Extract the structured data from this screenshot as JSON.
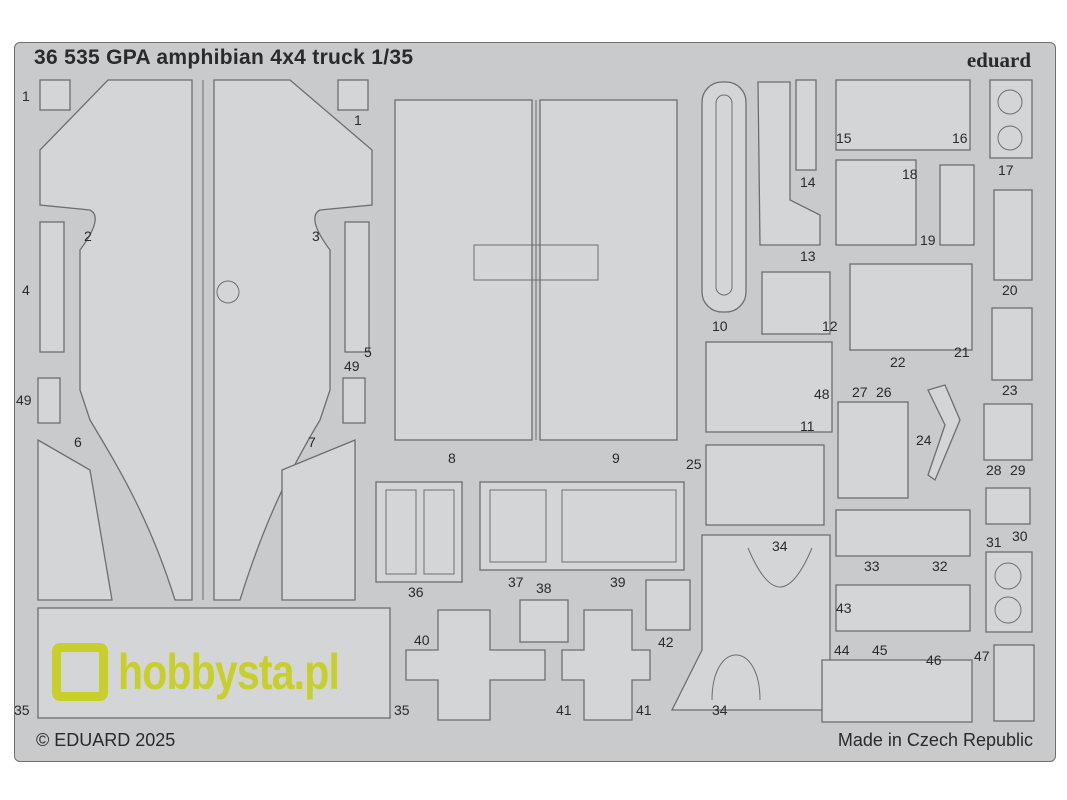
{
  "sheet": {
    "title": "36 535  GPA amphibian 4x4 truck  1/35",
    "brand": "eduard",
    "copyright": "© EDUARD 2025",
    "origin": "Made in Czech Republic"
  },
  "watermark": {
    "text": "hobbysta.pl"
  },
  "part_numbers": {
    "p1a": "1",
    "p1b": "1",
    "p2": "2",
    "p3": "3",
    "p4": "4",
    "p5": "5",
    "p49a": "49",
    "p49b": "49",
    "p6": "6",
    "p7": "7",
    "p8": "8",
    "p9": "9",
    "p10": "10",
    "p11": "11",
    "p12": "12",
    "p13": "13",
    "p14": "14",
    "p15": "15",
    "p16": "16",
    "p17": "17",
    "p18": "18",
    "p19": "19",
    "p20": "20",
    "p21": "21",
    "p22": "22",
    "p23": "23",
    "p24": "24",
    "p25": "25",
    "p26": "26",
    "p27": "27",
    "p28": "28",
    "p29": "29",
    "p30": "30",
    "p31": "31",
    "p32": "32",
    "p33": "33",
    "p34a": "34",
    "p34b": "34",
    "p35a": "35",
    "p35b": "35",
    "p36": "36",
    "p37": "37",
    "p38": "38",
    "p39": "39",
    "p40": "40",
    "p41a": "41",
    "p41b": "41",
    "p42": "42",
    "p43": "43",
    "p44": "44",
    "p45": "45",
    "p46": "46",
    "p47": "47",
    "p48": "48"
  },
  "colors": {
    "fret": "#c9cacb",
    "part_fill": "#d4d5d6",
    "part_stroke": "#6d6e70",
    "text": "#2a2a2a",
    "watermark": "#c8cf2a"
  }
}
